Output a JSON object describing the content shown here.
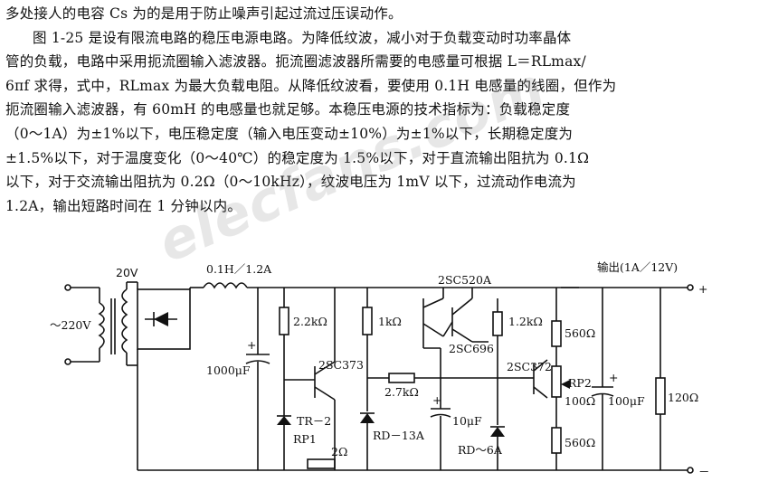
{
  "document": {
    "lines": [
      "多处接人的电容 Cs 为的是用于防止噪声引起过流过压误动作。",
      "图 1-25 是设有限流电路的稳压电源电路。为降低纹波，减小对于负载变动时功率晶体",
      "管的负载，电路中采用扼流圈输入滤波器。扼流圈滤波器所需要的电感量可根据 L＝RLmax/",
      "6πf 求得，式中，RLmax 为最大负载电阻。从降低纹波看，要使用 0.1H 电感量的线圈，但作为",
      "扼流圈输入滤波器，有 60mH 的电感量也就足够。本稳压电源的技术指标为：负载稳定度",
      "（0～1A）为±1%以下，电压稳定度（输入电压变动±10%）为±1%以下，长期稳定度为",
      "±1.5%以下，对于温度变化（0～40℃）的稳定度为 1.5%以下，对于直流输出阻抗为 0.1Ω",
      "以下，对于交流输出阻抗为 0.2Ω（0～10kHz），纹波电压为 1mV 以下，过流动作电流为",
      "1.2A，输出短路时间在 1 分钟以内。"
    ]
  },
  "watermark": "elecfans.com",
  "circuit": {
    "input_label": "～220V",
    "transformer_secondary": "20V",
    "inductor": "0.1H／1.2A",
    "cap_filter": "1000μF",
    "r1": "2.2kΩ",
    "r2": "1kΩ",
    "q1": "2SC373",
    "z1": "TR－2",
    "rp1_label": "RP1",
    "rp1_value": "2Ω",
    "r3": "2.7kΩ",
    "z2": "RD－13A",
    "cap_10u": "10μF",
    "q_top": "2SC520A",
    "q_darl": "2SC696",
    "r4": "1.2kΩ",
    "z3": "RD～6A",
    "q2": "2SC372",
    "r5": "560Ω",
    "rp2_label": "RP2",
    "rp2_value": "100Ω",
    "r6": "560Ω",
    "cap_out": "100μF",
    "r_load": "120Ω",
    "output_label": "输出(1A／12V)",
    "plus": "+",
    "minus": "－"
  }
}
